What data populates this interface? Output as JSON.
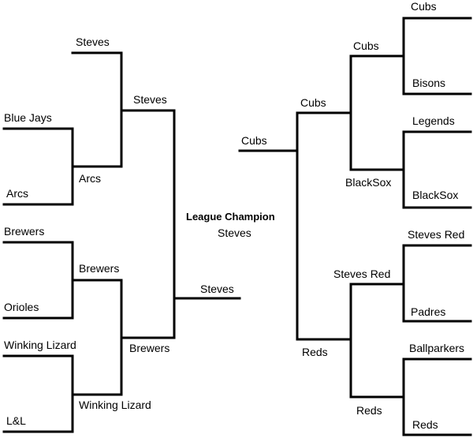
{
  "champion": {
    "title": "League Champion",
    "team": "Steves"
  },
  "left_bracket": {
    "round1": {
      "t1": "Steves",
      "t2": "Blue Jays",
      "t3": "Arcs",
      "t4": "Brewers",
      "t5": "Orioles",
      "t6": "Winking Lizard",
      "t7": "L&L"
    },
    "round2": {
      "w1": "Arcs",
      "w2": "Brewers",
      "w3": "Winking Lizard"
    },
    "round3": {
      "w1": "Steves",
      "w2": "Brewers"
    },
    "final": "Steves"
  },
  "right_bracket": {
    "round1": {
      "t1": "Cubs",
      "t2": "Bisons",
      "t3": "Legends",
      "t4": "BlackSox",
      "t5": "Steves Red",
      "t6": "Padres",
      "t7": "Ballparkers",
      "t8": "Reds"
    },
    "round2": {
      "w1": "Cubs",
      "w2": "BlackSox",
      "w3": "Steves Red",
      "w4": "Reds"
    },
    "round3": {
      "w1": "Cubs",
      "w2": "Reds"
    },
    "final": "Cubs"
  },
  "colors": {
    "line": "#000000",
    "text": "#000000",
    "background": "#ffffff"
  }
}
